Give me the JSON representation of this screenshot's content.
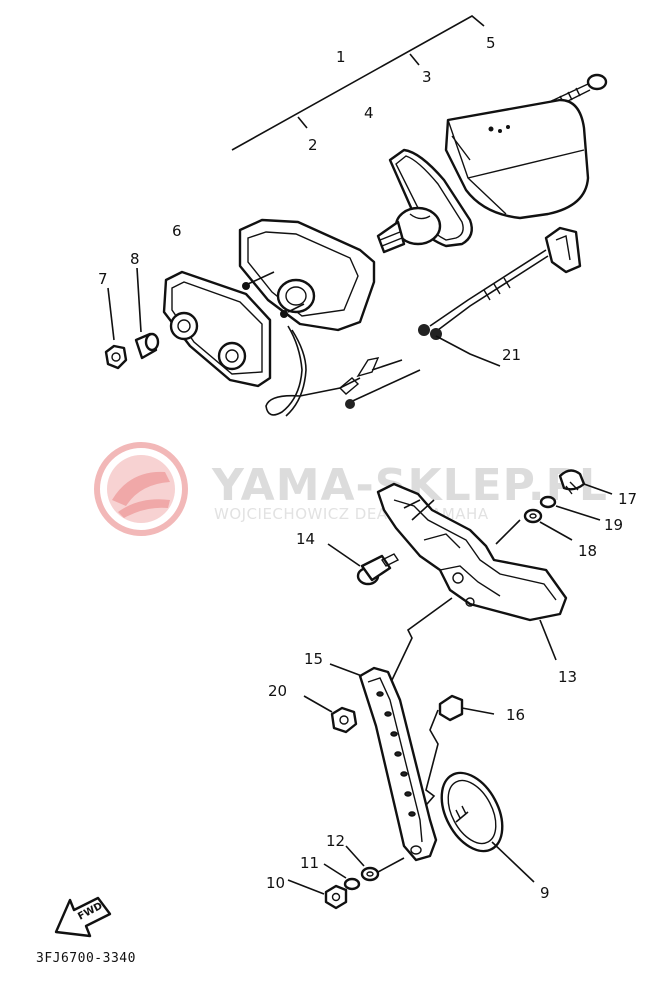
{
  "diagram": {
    "code": "3FJ6700-3340",
    "fwd_label": "FWD",
    "callouts": {
      "p1": "1",
      "p2": "2",
      "p3": "3",
      "p4": "4",
      "p5": "5",
      "p6": "6",
      "p7": "7",
      "p8": "8",
      "p9": "9",
      "p10": "10",
      "p11": "11",
      "p12": "12",
      "p13": "13",
      "p14": "14",
      "p15": "15",
      "p16": "16",
      "p17": "17",
      "p18": "18",
      "p19": "19",
      "p20": "20",
      "p21": "21"
    }
  },
  "watermark": {
    "title": "YAMA-SKLEP.PL",
    "subtitle": "WOJCIECHOWICZ DEALER YAMAHA"
  },
  "colors": {
    "line": "#111111",
    "watermark_logo": "#f0b0b0",
    "watermark_text": "#dcdcdc"
  }
}
